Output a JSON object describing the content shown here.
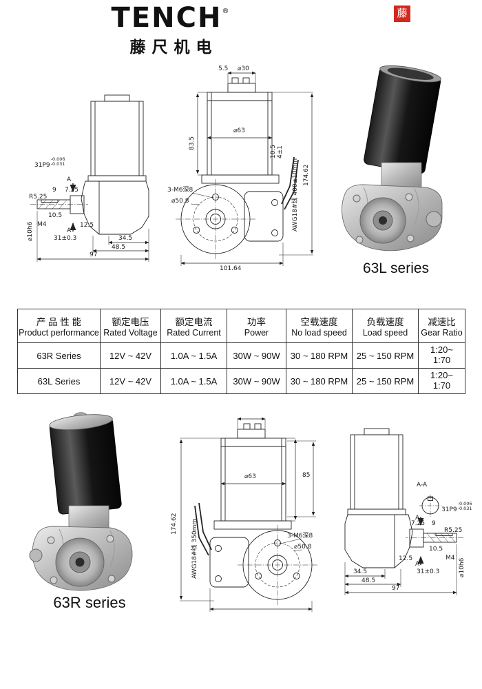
{
  "brand": {
    "logo": "TENCH",
    "registered": "®",
    "logo_cn": "藤尺机电",
    "seal": "藤"
  },
  "photos": {
    "top_label": "63L series",
    "bottom_label": "63R series"
  },
  "table": {
    "headers": [
      {
        "cn": "产 品 性 能",
        "en": "Product performance"
      },
      {
        "cn": "额定电压",
        "en": "Rated Voltage"
      },
      {
        "cn": "额定电流",
        "en": "Rated Current"
      },
      {
        "cn": "功率",
        "en": "Power"
      },
      {
        "cn": "空载速度",
        "en": "No load speed"
      },
      {
        "cn": "负载速度",
        "en": "Load speed"
      },
      {
        "cn": "减速比",
        "en": "Gear Ratio"
      }
    ],
    "rows": [
      {
        "name": "63R Series",
        "voltage": "12V ~ 42V",
        "current": "1.0A ~ 1.5A",
        "power": "30W ~ 90W",
        "no_load": "30 ~ 180 RPM",
        "load": "25 ~ 150 RPM",
        "ratio1": "1:20~",
        "ratio2": "1:70"
      },
      {
        "name": "63L Series",
        "voltage": "12V ~ 42V",
        "current": "1.0A ~ 1.5A",
        "power": "30W ~ 90W",
        "no_load": "30 ~ 180 RPM",
        "load": "25 ~ 150 RPM",
        "ratio1": "1:20~",
        "ratio2": "1:70"
      }
    ]
  },
  "side_view": {
    "a": "A",
    "aa": "A-A",
    "fit": "31P9",
    "tol1": "-0.006",
    "tol2": "-0.031",
    "r": "R5.25",
    "n9": "9",
    "n725": "7.25",
    "n105": "10.5",
    "m4": "M4",
    "n125": "12.5",
    "n31": "31±0.3",
    "n345": "34.5",
    "n485": "48.5",
    "n97": "97",
    "shaft": "⌀10h6"
  },
  "front_view": {
    "n55": "5.5",
    "d30": "⌀30",
    "d63": "⌀63",
    "n835": "83.5",
    "holes": "3-M6深8",
    "d508": "⌀50.8",
    "n10164": "101.64",
    "n17462": "174.62",
    "wire400": "AWG18#线 400±10mm",
    "wire350": "AWG18#线 350mm",
    "n85": "85",
    "n41": "4±1",
    "n105": "10.5"
  }
}
